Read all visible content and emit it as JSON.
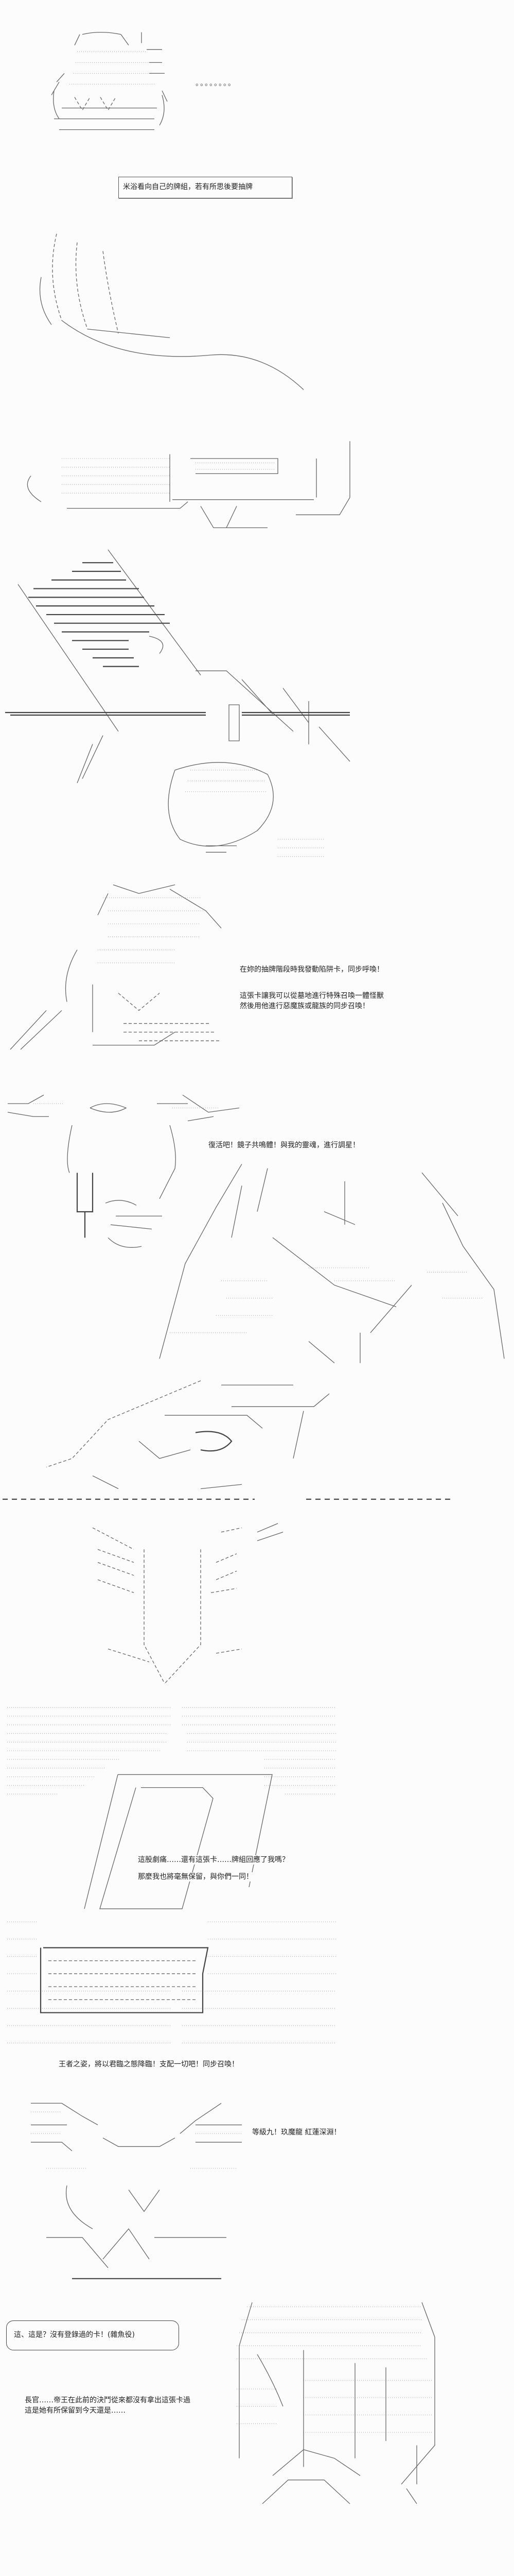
{
  "page": {
    "ellipsis": "。。。。。。。。",
    "captions": {
      "draw_card": "米浴看向自己的牌組，若有所思後要抽牌",
      "trap": "在妳的抽牌階段時我發動陷阱卡，同步呼喚！",
      "trap_effect_1": "這張卡讓我可以從墓地進行特殊召喚一體怪獸",
      "trap_effect_2": "然後用他進行惡魔族或龍族的同步召喚！",
      "revive": "復活吧！鏡子共鳴體！與我的靈魂，進行調星！",
      "pain_1": "這股劇痛……還有這張卡……牌組回應了我嗎？",
      "pain_2": "那麼我也將毫無保留，與你們一同！",
      "king": "王者之姿，將以君臨之態降臨！支配一切吧！同步召喚！",
      "level9": "等級九！玖魔龍 紅蓮深淵！",
      "mob": "這、這是？沒有登錄過的卡！(雜魚役)",
      "officer_1": "長官……帝王在此前的決鬥從來都沒有拿出這張卡過",
      "officer_2": "這是她有所保留到今天還是……"
    }
  }
}
